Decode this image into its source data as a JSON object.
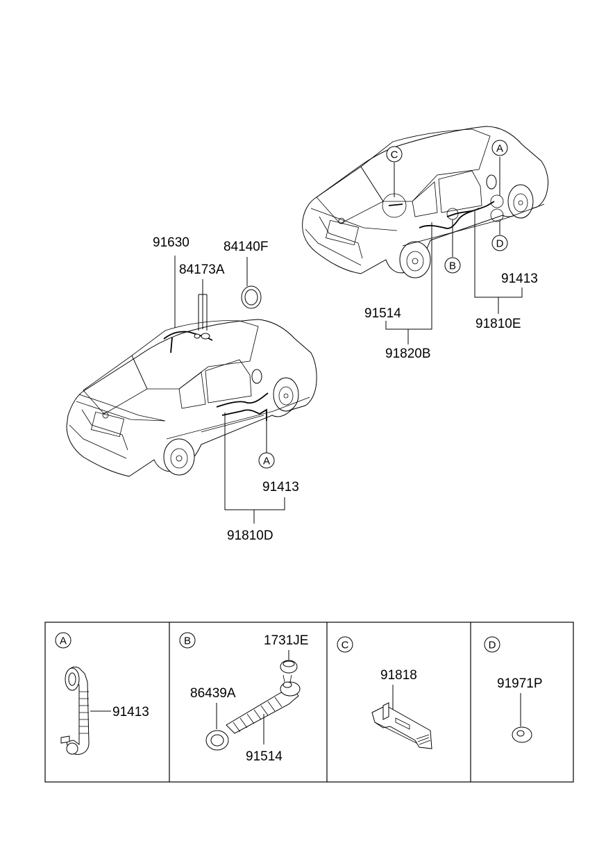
{
  "callouts": {
    "a": "A",
    "b": "B",
    "c": "C",
    "d": "D"
  },
  "labels": {
    "p91630": "91630",
    "p84140F": "84140F",
    "p84173A": "84173A",
    "p91413_left": "91413",
    "p91810D": "91810D",
    "p91514_top": "91514",
    "p91820B": "91820B",
    "p91413_right": "91413",
    "p91810E": "91810E"
  },
  "detail_panels": [
    {
      "letter": "A",
      "parts": [
        "91413"
      ]
    },
    {
      "letter": "B",
      "parts": [
        "1731JE",
        "86439A",
        "91514"
      ]
    },
    {
      "letter": "C",
      "parts": [
        "91818"
      ]
    },
    {
      "letter": "D",
      "parts": [
        "91971P"
      ]
    }
  ]
}
